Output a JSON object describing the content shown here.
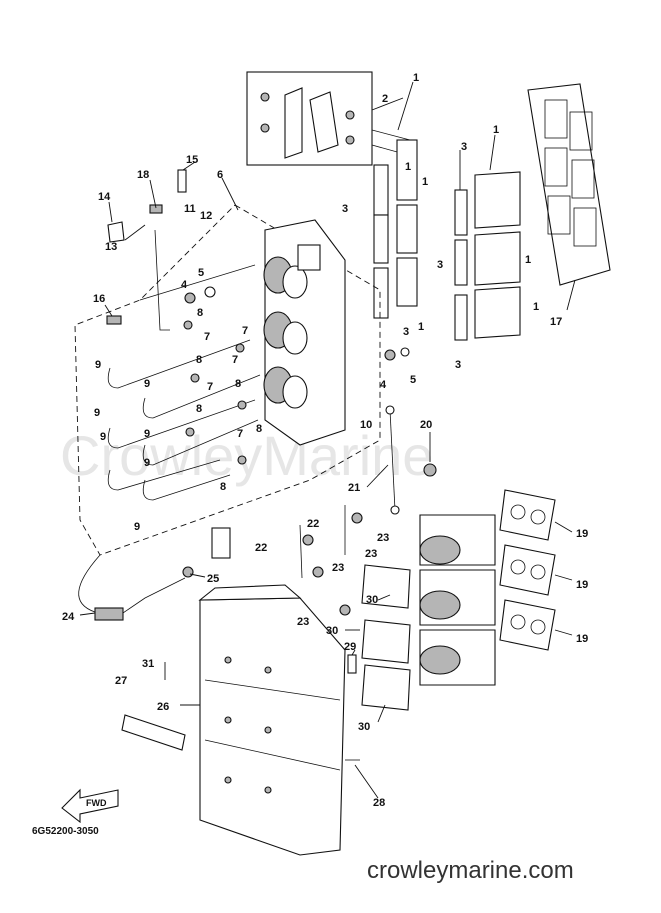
{
  "diagram": {
    "drawing_code": "6G52200-3050",
    "watermark": "CrowleyMarine",
    "website": "crowleymarine.com",
    "fwd_label": "FWD",
    "callouts": {
      "c1a": "1",
      "c1b": "1",
      "c1c": "1",
      "c1d": "1",
      "c1e": "1",
      "c1f": "1",
      "c1g": "1",
      "c1h": "1",
      "c2": "2",
      "c3a": "3",
      "c3b": "3",
      "c3c": "3",
      "c3d": "3",
      "c3e": "3",
      "c4a": "4",
      "c4b": "4",
      "c5a": "5",
      "c5b": "5",
      "c6": "6",
      "c7a": "7",
      "c7b": "7",
      "c7c": "7",
      "c7d": "7",
      "c7e": "7",
      "c8a": "8",
      "c8b": "8",
      "c8c": "8",
      "c8d": "8",
      "c8e": "8",
      "c8f": "8",
      "c9a": "9",
      "c9b": "9",
      "c9c": "9",
      "c9d": "9",
      "c9e": "9",
      "c9f": "9",
      "c9g": "9",
      "c10": "10",
      "c11": "11",
      "c12": "12",
      "c13": "13",
      "c14": "14",
      "c15": "15",
      "c16": "16",
      "c17": "17",
      "c18": "18",
      "c19a": "19",
      "c19b": "19",
      "c19c": "19",
      "c20": "20",
      "c21": "21",
      "c22a": "22",
      "c22b": "22",
      "c23a": "23",
      "c23b": "23",
      "c23c": "23",
      "c23d": "23",
      "c24": "24",
      "c25": "25",
      "c26": "26",
      "c27": "27",
      "c28": "28",
      "c29": "29",
      "c30a": "30",
      "c30b": "30",
      "c30c": "30",
      "c31": "31"
    }
  }
}
